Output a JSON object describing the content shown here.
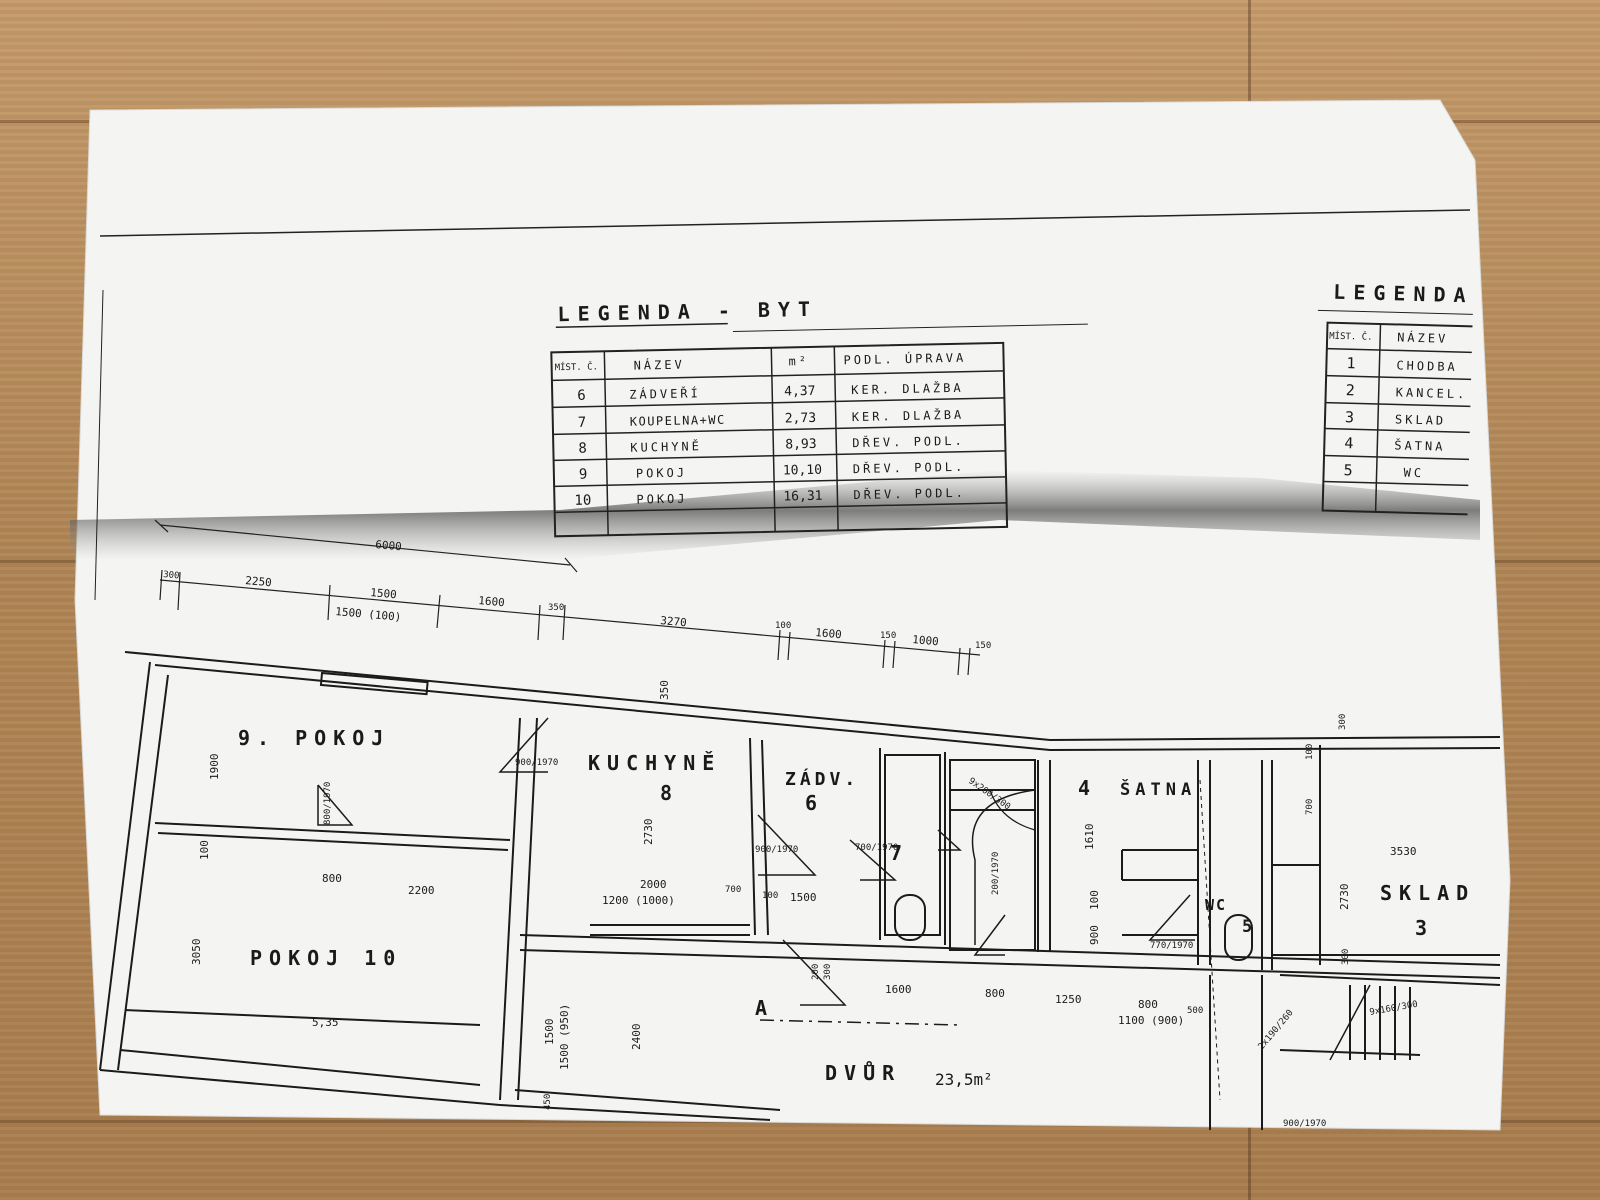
{
  "legenda_byt": {
    "title": "LEGENDA - BYT",
    "headers": [
      "MÍST. Č.",
      "NÁZEV",
      "m²",
      "PODL. ÚPRAVA"
    ],
    "rows": [
      {
        "no": "6",
        "name": "ZÁDVEŘÍ",
        "area": "4,37",
        "floor": "KER. DLAŽBA"
      },
      {
        "no": "7",
        "name": "KOUPELNA+WC",
        "area": "2,73",
        "floor": "KER. DLAŽBA"
      },
      {
        "no": "8",
        "name": "KUCHYNĚ",
        "area": "8,93",
        "floor": "DŘEV. PODL."
      },
      {
        "no": "9",
        "name": "POKOJ",
        "area": "10,10",
        "floor": "DŘEV. PODL."
      },
      {
        "no": "10",
        "name": "POKOJ",
        "area": "16,31",
        "floor": "DŘEV. PODL."
      }
    ]
  },
  "legenda_right": {
    "title": "LEGENDA",
    "headers": [
      "MÍST. Č.",
      "NÁZEV"
    ],
    "rows": [
      {
        "no": "1",
        "name": "CHODBA"
      },
      {
        "no": "2",
        "name": "KANCEL."
      },
      {
        "no": "3",
        "name": "SKLAD"
      },
      {
        "no": "4",
        "name": "ŠATNA"
      },
      {
        "no": "5",
        "name": "WC"
      }
    ]
  },
  "rooms": {
    "pokoj9": "9. POKOJ",
    "kuchyne": "KUCHYNĚ",
    "kuchyne_no": "8",
    "zadv": "ZÁDV.",
    "zadv_no": "6",
    "koupelna_no": "7",
    "satna_no": "4",
    "satna": "ŠATNA",
    "wc": "WC",
    "wc_no": "5",
    "sklad": "SKLAD",
    "sklad_no": "3",
    "pokoj10": "POKOJ 10",
    "dvur": "DVŮR",
    "dvur_area": "23,5m²",
    "section": "A"
  },
  "dimensions": {
    "d6000": "6000",
    "d300": "300",
    "d2250": "2250",
    "d1500": "1500",
    "d1500_100": "1500 (100)",
    "d1600": "1600",
    "d350": "350",
    "d3270": "3270",
    "d100": "100",
    "d1600b": "1600",
    "d150": "150",
    "d1000": "1000",
    "d150b": "150",
    "d350b": "350",
    "d1900": "1900",
    "d900_1970": "900/1970",
    "d2730": "2730",
    "d800_1970": "800/1970",
    "d100v": "100",
    "d800": "800",
    "d2200": "2200",
    "d2000": "2000",
    "d1200_1000": "1200 (1000)",
    "d900_1970b": "900/1970",
    "d700_1970": "700/1970",
    "d700": "700",
    "d100c": "100",
    "d1500c": "1500",
    "d9x200": "9x200/300",
    "d200_1970": "200/1970",
    "d1610": "1610",
    "d100d": "100",
    "d900": "900",
    "d770_1970": "770/1970",
    "d100e": "100",
    "d300e": "300",
    "d700e": "700",
    "d3530": "3530",
    "d2730b": "2730",
    "d300f": "300",
    "d3050": "3050",
    "d5_35": "5,35",
    "d1500_950": "1500 (950)",
    "d1500d": "1500",
    "d2400": "2400",
    "d450": "450",
    "d1600c": "1600",
    "d800b": "800",
    "d1250": "1250",
    "d800c": "800",
    "d1100_900": "1100 (900)",
    "d500": "500",
    "d2x190": "2x190/260",
    "d9x160": "9x160/300",
    "d900_1970c": "900/1970",
    "d300g": "300",
    "d200g": "200"
  }
}
